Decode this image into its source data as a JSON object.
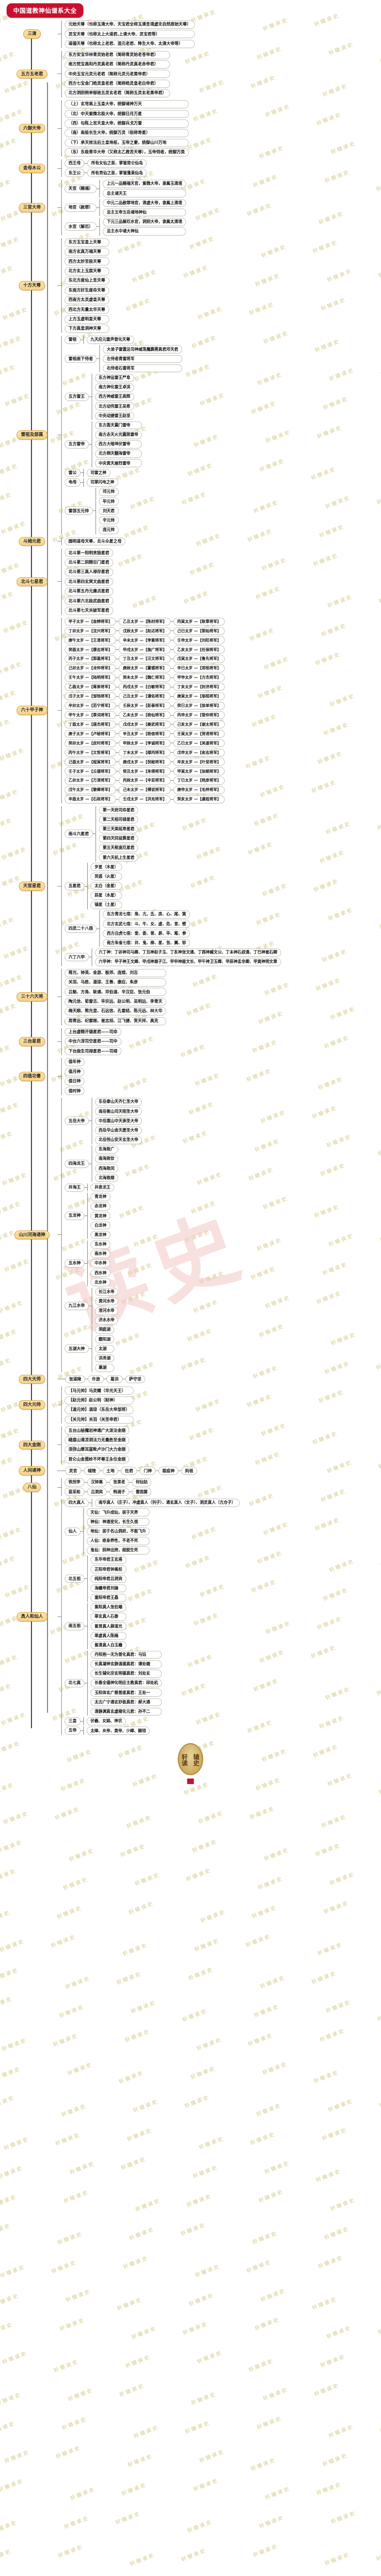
{
  "title": "中国道教神仙谱系大全",
  "watermark_text": "轩辕读史",
  "big_watermark": "读史",
  "stamp": {
    "chars": [
      "轩",
      "辕",
      "读",
      "史"
    ]
  },
  "colors": {
    "title_bg": "#c8102e",
    "node1_bg": "#f5d28a",
    "node1_border": "#d9a441",
    "node2_bg": "#ffffff",
    "trunk": "#4a4a4a"
  },
  "sections": [
    {
      "id": "sanqing",
      "label": "三清",
      "items": [
        "元始天尊（也称玉清大帝、天宝君全称玉清圣境虚无自然原始天尊）",
        "灵宝天尊（也称太上大道君,上清大帝、灵宝君等）",
        "道德天尊（也称太上老君、混元老君、降生大帝、太清大帝等）"
      ]
    },
    {
      "id": "wufang",
      "label": "五方五老君",
      "items": [
        "东方安宝华林青灵始老君（简称青灵始老苍帝君）",
        "南方梵宝昌阳丹灵真老君（简称丹灵真老赤帝君）",
        "中央玉宝元灵元老君（简称元灵元老黄帝君）",
        "西方七宝金门皓灵皇老君（简称皓灵皇老白帝君）",
        "北方洞阴朔单郁绝五灵玄老君（简称五灵玄老黑帝君）"
      ]
    },
    {
      "id": "liuyu",
      "label": "六御天帝",
      "items": [
        "（上）玄穹高上玉皇大帝，统御诸神万天",
        "（北）中天紫微北极大帝，统御日月万星",
        "（西）勾陈上宫天皇大帝，统御兵戈万雷",
        "（南）南极长生大帝，统御万灵（俗称寿星）",
        "（下）承天效法后土皇地祇，玉帝之妻，统御山川万地",
        "（东）东极青华大帝（又称太乙救苦天尊），玉帝伺者，统御万类"
      ]
    },
    {
      "id": "jinmu",
      "label": "金母木公",
      "pairs": [
        {
          "k": "西王母",
          "v": "所有女仙之首、掌管昆仑仙岛"
        },
        {
          "k": "东王公",
          "v": "所有男仙之首，掌管蓬莱仙岛"
        }
      ]
    },
    {
      "id": "sanguan",
      "label": "三官大帝",
      "groups": [
        {
          "k": "天官（赐福）",
          "v": [
            "上元一品赐福天官，紫微大帝，隶属玉清境",
            "总主诸天王"
          ]
        },
        {
          "k": "地官（赦罪）",
          "v": [
            "中元二品赦罪地官，清虚大帝，隶属上清境",
            "总主五帝五岳诸地神仙"
          ]
        },
        {
          "k": "水官（解厄）",
          "v": [
            "下元三品解厄水官，洞阴大帝，隶属太清境",
            "总主水中诸大神仙"
          ]
        }
      ]
    },
    {
      "id": "shifang",
      "label": "十方天尊",
      "items": [
        "东方玉宝皇上天尊",
        "南方玄真万福天尊",
        "西方太妙至极天尊",
        "北方玄上玉宸天尊",
        "东北方度仙上圣天尊",
        "东南方好生度命天尊",
        "西南方太灵虚皇天尊",
        "西北方无量太华天尊",
        "上方玉虚明皇天尊",
        "下方真皇洞神天尊"
      ]
    },
    {
      "id": "leizu",
      "label": "雷祖及部属",
      "groups": [
        {
          "k": "雷祖",
          "v": [
            "九天应元雷声普化天尊"
          ]
        },
        {
          "k": "雷祖座下侍者",
          "v": [
            "大弟子雷霆总司神威荡魔霹雳真君邓天君",
            "左侍者青雷将军",
            "右侍者石雷将军"
          ]
        },
        {
          "k": "五方雷王",
          "v": [
            "东方神运雷王严阜",
            "南方神化雷王卓滨",
            "西方神威雷王高辉",
            "北方动伟雷王吴希",
            "中央动捷雷王赵坚"
          ]
        },
        {
          "k": "五方雷帝",
          "v": [
            "东方轰天震门雷帝",
            "南方赤天火光震煞雷帝",
            "西方大暗坤伏雷帝",
            "北方倒天翻海雷帝",
            "中央黄天崩烈雷帝"
          ]
        },
        {
          "k": "雷公",
          "v": [
            "司雷之神"
          ]
        },
        {
          "k": "电母",
          "v": [
            "司掌闪电之神"
          ]
        },
        {
          "k": "雷部五元帅",
          "v": [
            "邓元帅",
            "毕元帅",
            "刘天君",
            "辛元帅",
            "庞元帅"
          ]
        }
      ]
    },
    {
      "id": "doumu",
      "label": "斗姆元君",
      "items": [
        "圆明道母天尊，北斗众星之母"
      ]
    },
    {
      "id": "beidou",
      "label": "北斗七星君",
      "items": [
        "北斗第一阳明贪狼星君",
        "北斗第二阴精巨门星君",
        "北斗第三真人禄存星君",
        "北斗第四玄冥文曲星君",
        "北斗第五丹元廉贞星君",
        "北斗第六北极武曲星君",
        "北斗第七天关破军星君"
      ]
    },
    {
      "id": "liushijiazi",
      "label": "六十甲子神",
      "grid": [
        [
          "甲子太岁 —【金辨将军】",
          "乙丑太岁 —【陈材将军】",
          "丙寅太岁 —【耿章将军】"
        ],
        [
          "丁卯太岁 —【沈兴将军】",
          "戊辰太岁 —【赵达将军】",
          "己巳太岁 —【郭灿将军】"
        ],
        [
          "庚午太岁 —【王清将军】",
          "辛未太岁 —【李素将军】",
          "壬申太岁 —【刘旺将军】"
        ],
        [
          "癸酉太岁 —【康志将军】",
          "甲戌太岁 —【施广将军】",
          "乙亥太岁 —【任保将军】"
        ],
        [
          "丙子太岁 —【郭嘉将军】",
          "丁丑太岁 —【汪文将军】",
          "戊寅太岁 —【鲁先将军】"
        ],
        [
          "己卯太岁 —【龙仲将军】",
          "庚辰太岁 —【董德将军】",
          "辛巳太岁 —【郑祖将军】"
        ],
        [
          "壬午太岁 —【陆明将军】",
          "癸未太岁 —【魏仁将军】",
          "甲申太岁 —【方杰将军】"
        ],
        [
          "乙酉太岁 —【蒋崇将军】",
          "丙戌太岁 —【白敏将军】",
          "丁亥太岁 —【封济将军】"
        ],
        [
          "戊子太岁 —【邹铛将军】",
          "己丑太岁 —【潘佑将军】",
          "庚寅太岁 —【邬桓将军】"
        ],
        [
          "辛卯太岁 —【范宁将军】",
          "壬辰太岁 —【彭泰将军】",
          "癸巳太岁 —【徐单将军】"
        ],
        [
          "甲午太岁 —【章词将军】",
          "乙未太岁 —【杨仙将军】",
          "丙申太岁 —【管仲将军】"
        ],
        [
          "丁酉太岁 —【唐杰将军】",
          "戊戌太岁 —【姜武将军】",
          "己亥太岁 —【谢太将军】"
        ],
        [
          "庚子太岁 —【卢秘将军】",
          "辛丑太岁 —【杨信将军】",
          "壬寅太岁 —【贺谔将军】"
        ],
        [
          "癸卯太岁 —【皮时将军】",
          "甲辰太岁 —【李诚将军】",
          "乙巳太岁 —【吴遂将军】"
        ],
        [
          "丙午太岁 —【文哲将军】",
          "丁未太岁 —【缪丙将军】",
          "戊申太岁 —【俞志将军】"
        ],
        [
          "己酉太岁 —【程寅将军】",
          "庚戌太岁 —【倪秘将军】",
          "辛亥太岁 —【叶坚将军】"
        ],
        [
          "壬子太岁 —【丘德将军】",
          "癸丑太岁 —【朱得将军】",
          "甲寅太岁 —【张朝将军】"
        ],
        [
          "乙卯太岁 —【万清将军】",
          "丙辰太岁 —【辛亚将军】",
          "丁巳太岁 —【杨彦将军】"
        ],
        [
          "戊午太岁 —【黎卿将军】",
          "己未太岁 —【傅说将军】",
          "庚申太岁 —【毛梓将军】"
        ],
        [
          "辛酉太岁 —【石政将军】",
          "壬戌太岁 —【洪充将军】",
          "癸亥太岁 —【虞程将军】"
        ]
      ]
    },
    {
      "id": "tianguanxingjun",
      "label": "天官星君",
      "groups": [
        {
          "k": "南斗六星君",
          "v": [
            "第一天府司命星君",
            "第二天相司禄星君",
            "第三天梁延寿星君",
            "第四天同益算星君",
            "第五天枢度厄星君",
            "第六天机上生星君"
          ]
        },
        {
          "k": "五星君",
          "v": [
            "岁星（木星）",
            "荧惑（火星）",
            "太白（金星）",
            "辰星（水星）",
            "镇星（土星）"
          ]
        },
        {
          "k": "四灵二十八宿",
          "v": [
            "东方青龙七宿：角、亢、氐、房、心、尾、箕",
            "北方玄武七宿：斗、牛、女、虚、危、室、壁",
            "西方白虎七宿：奎、娄、胃、昴、毕、觜、参",
            "南方朱雀七宿：井、鬼、柳、星、张、翼、轸"
          ]
        },
        {
          "k": "六丁六甲",
          "v": [
            "六丁神：丁卯神司马卿、丁丑神赵子玉、丁亥神张文通、丁酉神臧文公、丁未神石叔通、丁巳神崔石卿",
            "六甲神：甲子神王文卿、甲戌神展子江、甲申神扈文长、甲午神卫玉卿、甲辰神孟非卿、甲寅神明文章"
          ]
        }
      ]
    },
    {
      "id": "sanshiliu",
      "label": "三十六天将",
      "items": [
        "蒋光、钟英、金游、殷郊、庞煜、刘吉",
        "关羽、马胜、温琼、王善、康应、朱彦",
        "吕魁、方角、耿通、邓伯温、辛汉臣、张元伯",
        "陶元信、荀雷吉、毕宗远、赵公明、吴明远、李青天",
        "梅天顺、熊光显、石远信、孔雷结、陈元远、林大华",
        "周青远、纪雷刚、崔志旭、江飞捷、贺天祥、高克"
      ]
    },
    {
      "id": "santai",
      "label": "三台星君",
      "items": [
        "上台虚精开德星君——司命",
        "中台六淳司空星君——司中",
        "下台曲生司禄星君——司禄"
      ]
    },
    {
      "id": "sizhi",
      "label": "四值功曹",
      "items": [
        "值年神",
        "值月神",
        "值日神",
        "值时神"
      ]
    },
    {
      "id": "shanchuan",
      "label": "山川河海诸神",
      "groups": [
        {
          "k": "五岳大帝",
          "v": [
            "东岳泰山天齐仁圣大帝",
            "南岳衡山司天昭圣大帝",
            "中岳嵩山中天崇圣大帝",
            "西岳华山金天愿圣大帝",
            "北岳恒山安天玄圣大帝"
          ]
        },
        {
          "k": "四海龙王",
          "v": [
            "东海敖广",
            "南海敖钦",
            "西海敖闰",
            "北海敖顺"
          ]
        },
        {
          "k": "井海王",
          "v": [
            "井泉龙王"
          ]
        },
        {
          "k": "五龙神",
          "v": [
            "青龙神",
            "赤龙神",
            "黄龙神",
            "白龙神",
            "黑龙神"
          ]
        },
        {
          "k": "五水神",
          "v": [
            "东水神",
            "南水神",
            "中水神",
            "西水神",
            "北水神"
          ]
        },
        {
          "k": "九江水帝",
          "v": [
            "长江水帝",
            "黄河水帝",
            "淮河水帝",
            "济水水帝"
          ]
        },
        {
          "k": "五湖大神",
          "v": [
            "洞庭湖",
            "鄱阳湖",
            "太湖",
            "洪泽湖",
            "巢湖"
          ]
        }
      ]
    },
    {
      "id": "tianshi",
      "label": "四大天师",
      "chain": [
        "张道陵",
        "许逊",
        "葛洪",
        "萨守坚"
      ]
    },
    {
      "id": "yuanshuai",
      "label": "四大元帅",
      "items": [
        "【马元帅】马灵耀（华光天王）",
        "【赵元帅】赵公明（财神）",
        "【温元帅】温琼（东岳大帝部将）",
        "【关元帅】关羽（关圣帝君）"
      ]
    },
    {
      "id": "jingang",
      "label": "四大金刚",
      "items": [
        "五台山秘魔岩神通广大泼法金刚",
        "峨眉山清凉洞法力无量胜至金刚",
        "须弥山摩耳崖毗卢沙门大力金刚",
        "昆仑山金霓岭不坏尊王永住金刚"
      ]
    },
    {
      "id": "renjian",
      "label": "人间诸神",
      "chain": [
        "灵官",
        "城隍",
        "土地",
        "灶君",
        "门神",
        "瘟疫神",
        "妈祖"
      ]
    },
    {
      "id": "baxian",
      "label": "八仙",
      "rows": [
        [
          "铁拐李",
          "汉钟离",
          "张果老",
          "何仙姑"
        ],
        [
          "蓝采和",
          "吕洞宾",
          "韩湘子",
          "曹国舅"
        ]
      ]
    },
    {
      "id": "zhenren",
      "label": "真人和仙人",
      "groups": [
        {
          "k": "四大真人",
          "v": [
            "南华真人（庄子）、冲虚真人（列子）、通玄真人（文子）、洞灵真人（亢仓子）"
          ]
        },
        {
          "k": "仙人",
          "v": [
            "天仙：飞升成仙，居于天界",
            "神仙：神通变化，长生久视",
            "地仙：居于名山洞府，不能飞升",
            "人仙：修身养性，不老不死",
            "鬼仙：阴神出窍，超脱生死"
          ]
        },
        {
          "k": "北五祖",
          "v": [
            "东华帝君王玄甫",
            "正阳帝君钟离权",
            "纯阳帝君吕洞宾",
            "海蟾帝君刘操",
            "重阳帝君王嚞"
          ]
        },
        {
          "k": "南五祖",
          "v": [
            "紫阳真人张伯端",
            "翠玄真人石泰",
            "紫贤真人薛道光",
            "翠虚真人陈楠",
            "紫清真人白玉蟾"
          ]
        },
        {
          "k": "北七真",
          "v": [
            "丹阳抱一无为普化真君：马钰",
            "长真凝神玄静温德真君：谭处端",
            "长生辅化宗玄明德真君：刘处玄",
            "长春全德神化明应主教真君：邱处机",
            "玉阳体玄广慈普度真君：王处一",
            "太古广宁通玄妙极真君：郝大通",
            "清静渊真玄虚顺化元君：孙不二"
          ]
        },
        {
          "k": "三皇",
          "v": [
            "伏羲、女娲、神农"
          ]
        },
        {
          "k": "五帝",
          "v": [
            "太皞、炎帝、黄帝、少嶂、颛顼"
          ]
        }
      ]
    }
  ]
}
